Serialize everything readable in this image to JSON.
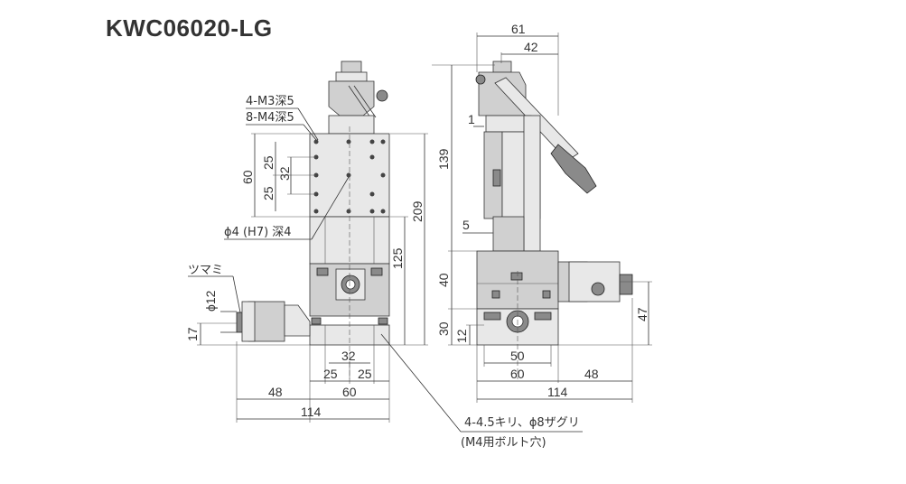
{
  "title": "KWC06020-LG",
  "front": {
    "labels": {
      "m3": "4-M3深5",
      "m4": "8-M4深5",
      "pin": "ϕ4 (H7) 深4",
      "knob": "ツマミ",
      "knob_dia": "ϕ12"
    },
    "dims": {
      "d60v": "60",
      "d25a": "25",
      "d25b": "25",
      "d32v": "32",
      "d209": "209",
      "d125": "125",
      "d17": "17",
      "d32h": "32",
      "d25c": "25",
      "d25d": "25",
      "d48": "48",
      "d60h": "60",
      "d114": "114"
    },
    "callout": {
      "line1": "4-4.5キリ、ϕ8ザグリ",
      "line2": "(M4用ボルト穴)"
    }
  },
  "side": {
    "dims": {
      "d61": "61",
      "d42": "42",
      "d1": "1",
      "d139": "139",
      "d5": "5",
      "d40": "40",
      "d30": "30",
      "d12": "12",
      "d47": "47",
      "d50": "50",
      "d60": "60",
      "d48": "48",
      "d114": "114"
    }
  },
  "colors": {
    "line": "#333333",
    "metal": "#d0d0d0",
    "light": "#e8e8e8",
    "dark": "#8a8a8a"
  }
}
